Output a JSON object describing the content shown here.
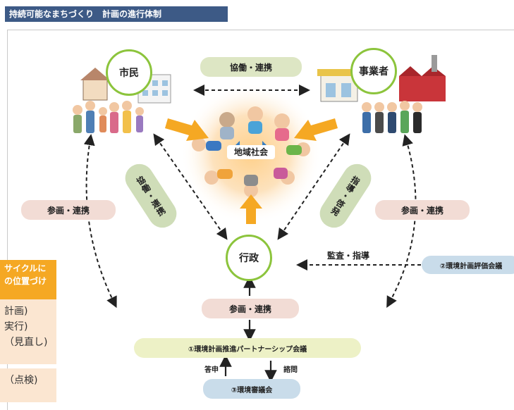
{
  "header": {
    "title": "持続可能なまちづくり　計画の進行体制"
  },
  "nodes": {
    "citizens": "市民",
    "business": "事業者",
    "community": "地域社会",
    "government": "行政"
  },
  "links": {
    "top": "協働・連携",
    "left_diag": "協働・連携",
    "right_diag": "指導・啓発",
    "left_outer": "参画・連携",
    "right_outer": "参画・連携",
    "bottom": "参画・連携",
    "audit": "監査・指導",
    "report": "答申",
    "consult": "諮問"
  },
  "councils": {
    "partnership": "①環境計画推進パートナーシップ会議",
    "evaluation": "②環境計画評価会議",
    "deliberation": "③環境審議会"
  },
  "sidebar": {
    "title_line1": "サイクルに",
    "title_line2": "の位置づけ",
    "body_line1": "計画)",
    "body_line2": "実行)",
    "body_line3": "（見直し)",
    "body_line4": "（点検)"
  },
  "colors": {
    "header_bg": "#3d5a86",
    "circle_border": "#8cc43c",
    "pill_green": "#dde6c4",
    "pill_pink": "#f2dcd5",
    "pill_blue": "#c9dcea",
    "arrow_orange": "#f5a823",
    "sidebar_orange": "#f5a823"
  }
}
